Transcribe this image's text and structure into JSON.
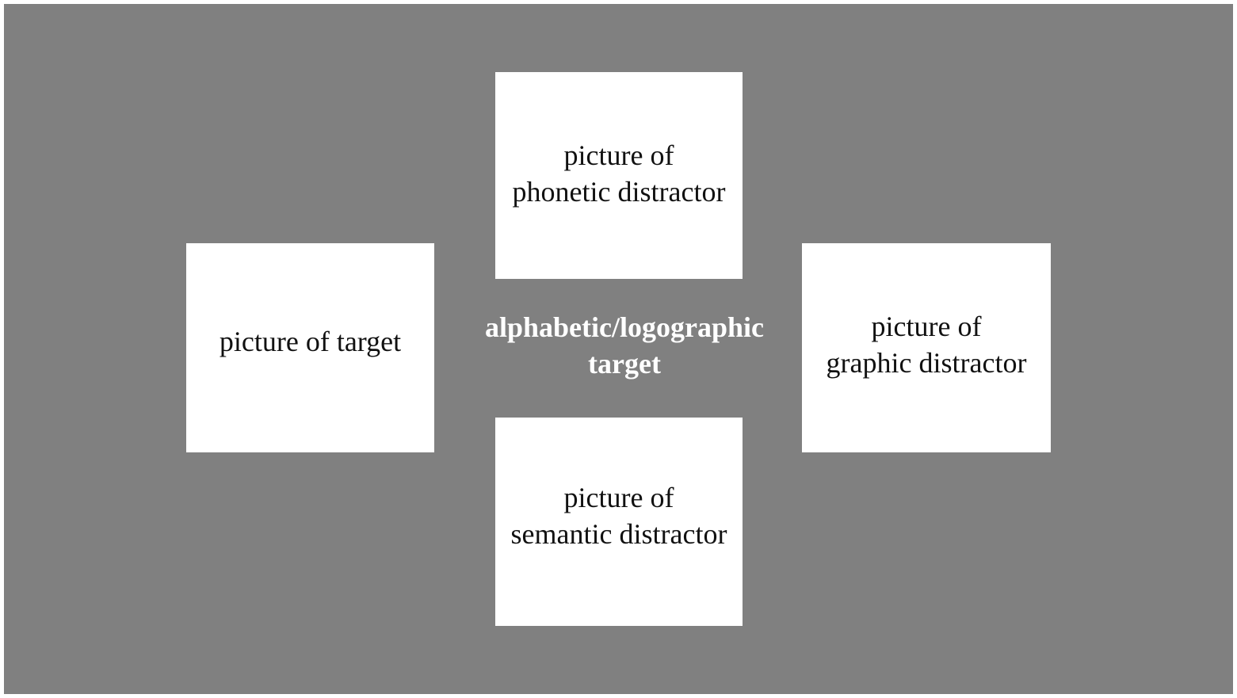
{
  "background_color": "#808080",
  "card_color": "#ffffff",
  "center": {
    "line1": "alphabetic/logographic",
    "line2": "target"
  },
  "cards": {
    "top": {
      "line1": "picture of",
      "line2": "phonetic distractor"
    },
    "left": {
      "line1": "picture of target"
    },
    "right": {
      "line1": "picture of",
      "line2": "graphic distractor"
    },
    "bottom": {
      "line1": "picture of",
      "line2": "semantic distractor"
    }
  }
}
